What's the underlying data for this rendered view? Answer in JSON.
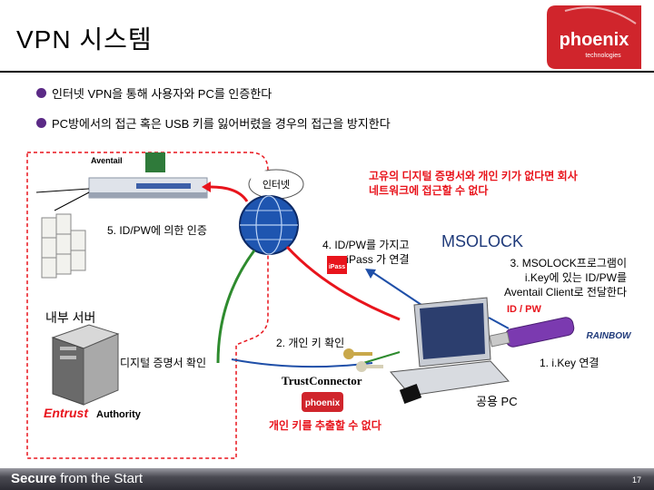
{
  "slide": {
    "title": "VPN 시스템",
    "bullets": [
      "인터넷 VPN을 통해 사용자와 PC를 인증한다",
      "PC방에서의 접근 혹은 USB 키를 잃어버렸을 경우의 접근을 방지한다"
    ],
    "page_number": "17"
  },
  "logo": {
    "name": "phoenix",
    "sub": "technologies"
  },
  "diagram": {
    "aventail_label": "Aventail",
    "internet_label": "인터넷",
    "warning_top": [
      "고유의 디지털 증명서와 개인 키가 없다면 회사",
      "네트워크에 접근할 수 없다"
    ],
    "step5": "5. ID/PW에 의한 인증",
    "step4": [
      "4. ID/PW를 가지고",
      "iPass 가 연결"
    ],
    "msolock": "MSOLOCK",
    "step3": [
      "3. MSOLOCK프로그램이",
      "i.Key에 있는 ID/PW를",
      "Aventail Client로 전달한다"
    ],
    "id_pw": "ID / PW",
    "internal_server": "내부 서버",
    "step2": "2. 개인 키 확인",
    "cert_check": "디지털 증명서 확인",
    "trust_connector": "TrustConnector",
    "step1": "1. i.Key 연결",
    "public_pc": "공용 PC",
    "rainbow": "RAINBOW",
    "ipass": "iPass",
    "entrust": "Entrust",
    "authority": "Authority",
    "no_private_key": "개인 키를 추출할 수 없다",
    "phoenix_small": "phoenix"
  },
  "footer": {
    "secure": "Secure",
    "rest": "from the Start"
  },
  "colors": {
    "accent_red": "#e8141c",
    "footer_dark": "#2c2c34",
    "bullet": "#5b2a86",
    "green_path": "#2e8b2e",
    "blue_path": "#1f4fa8"
  }
}
